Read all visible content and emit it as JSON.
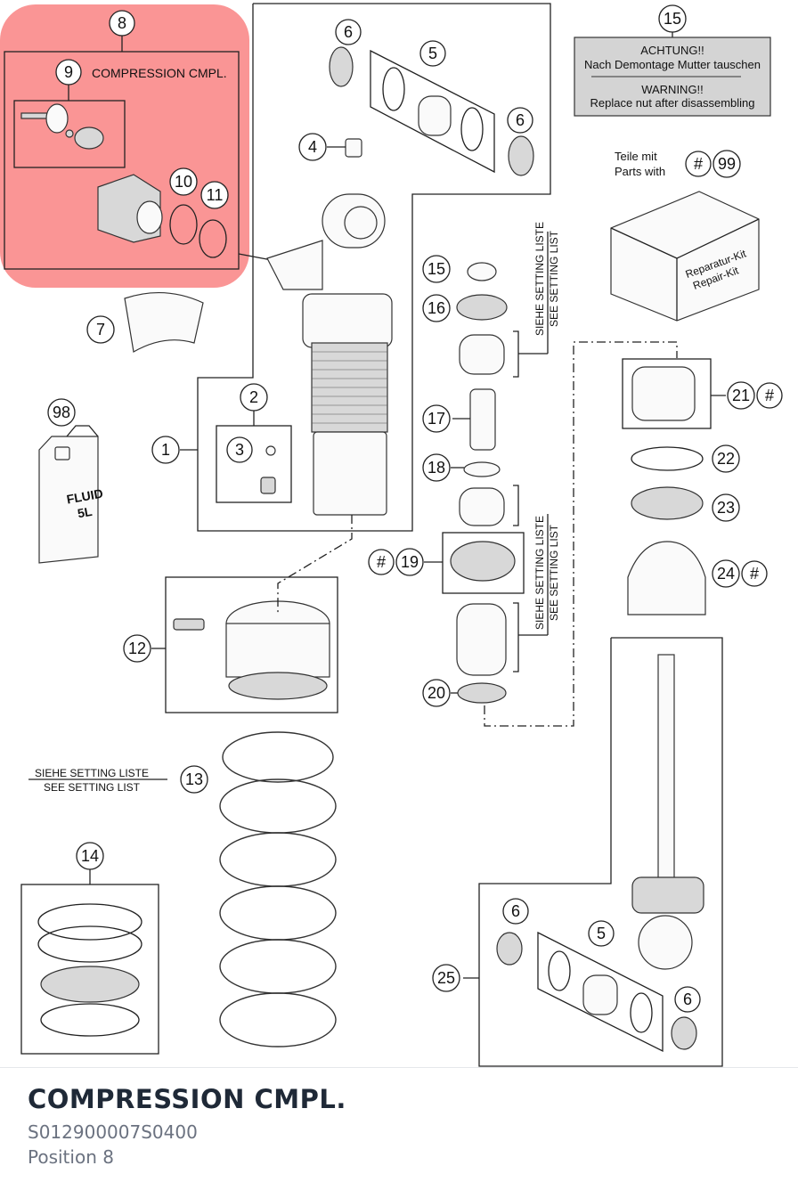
{
  "callouts": {
    "c1": "1",
    "c2": "2",
    "c3": "3",
    "c4": "4",
    "c5a": "5",
    "c5b": "5",
    "c6a": "6",
    "c6b": "6",
    "c6c": "6",
    "c6d": "6",
    "c7": "7",
    "c8": "8",
    "c9": "9",
    "c10": "10",
    "c11": "11",
    "c12": "12",
    "c13": "13",
    "c14": "14",
    "c15a": "15",
    "c15b": "15",
    "c16": "16",
    "c17": "17",
    "c18": "18",
    "c19": "19",
    "c20": "20",
    "c21": "21",
    "c22": "22",
    "c23": "23",
    "c24": "24",
    "c25": "25",
    "c98": "98",
    "c99": "99",
    "hash19": "#",
    "hash21": "#",
    "hash24": "#",
    "hash99": "#"
  },
  "labels": {
    "compression": "COMPRESSION CMPL.",
    "warning_de_1": "ACHTUNG!!",
    "warning_de_2": "Nach Demontage Mutter tauschen",
    "warning_en_1": "WARNING!!",
    "warning_en_2": "Replace nut after disassembling",
    "teile_mit": "Teile mit",
    "parts_with": "Parts with",
    "kit_1": "Reparatur-Kit",
    "kit_2": "Repair-Kit",
    "fluid_1": "FLUID",
    "fluid_2": "5L",
    "siehe": "SIEHE SETTING LISTE",
    "see": "SEE SETTING LIST"
  },
  "highlight_color": "#f87171",
  "footer": {
    "title": "COMPRESSION CMPL.",
    "code": "S012900007S0400",
    "position": "Position 8"
  }
}
